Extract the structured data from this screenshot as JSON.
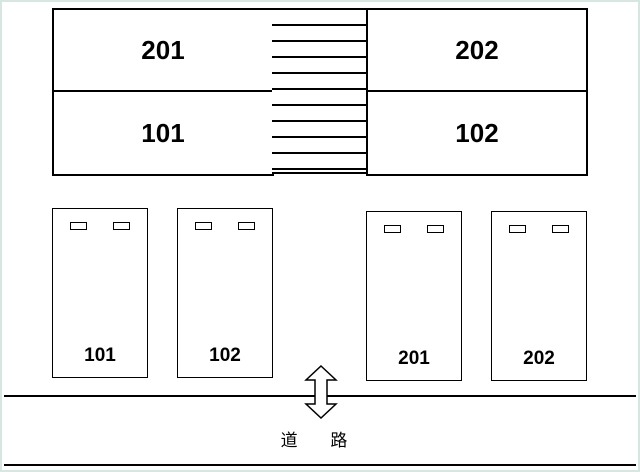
{
  "building": {
    "units": {
      "upper_left": "201",
      "upper_right": "202",
      "lower_left": "101",
      "lower_right": "102"
    }
  },
  "parking": {
    "lots": [
      {
        "label": "101"
      },
      {
        "label": "102"
      },
      {
        "label": "201"
      },
      {
        "label": "202"
      }
    ]
  },
  "road": {
    "label": "道 路"
  }
}
